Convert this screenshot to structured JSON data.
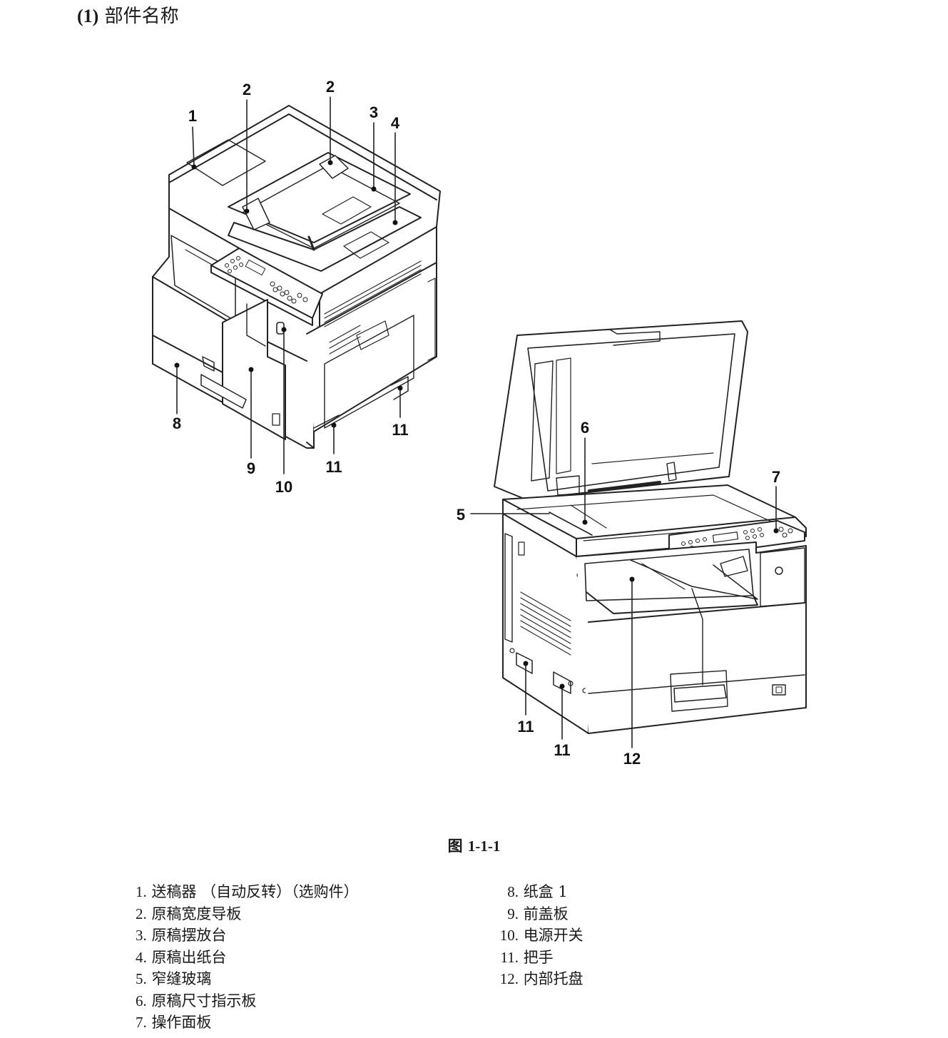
{
  "section": {
    "number": "(1)",
    "title": "部件名称"
  },
  "figure": {
    "caption_prefix": "图",
    "caption_number": "1-1-1",
    "callouts": {
      "c1": "1",
      "c2a": "2",
      "c2b": "2",
      "c3": "3",
      "c4": "4",
      "c5": "5",
      "c6": "6",
      "c7": "7",
      "c8": "8",
      "c9": "9",
      "c10": "10",
      "c11a": "11",
      "c11b": "11",
      "c11c": "11",
      "c11d": "11",
      "c12": "12"
    }
  },
  "legend": {
    "left": [
      {
        "num": "1.",
        "label": "送稿器 （自动反转）（选购件）"
      },
      {
        "num": "2.",
        "label": "原稿宽度导板"
      },
      {
        "num": "3.",
        "label": "原稿摆放台"
      },
      {
        "num": "4.",
        "label": "原稿出纸台"
      },
      {
        "num": "5.",
        "label": "窄缝玻璃"
      },
      {
        "num": "6.",
        "label": "原稿尺寸指示板"
      },
      {
        "num": "7.",
        "label": "操作面板"
      }
    ],
    "right": [
      {
        "num": "8.",
        "label": "纸盒 1"
      },
      {
        "num": "9.",
        "label": "前盖板"
      },
      {
        "num": "10.",
        "label": "电源开关"
      },
      {
        "num": "11.",
        "label": "把手"
      },
      {
        "num": "12.",
        "label": "内部托盘"
      }
    ]
  }
}
